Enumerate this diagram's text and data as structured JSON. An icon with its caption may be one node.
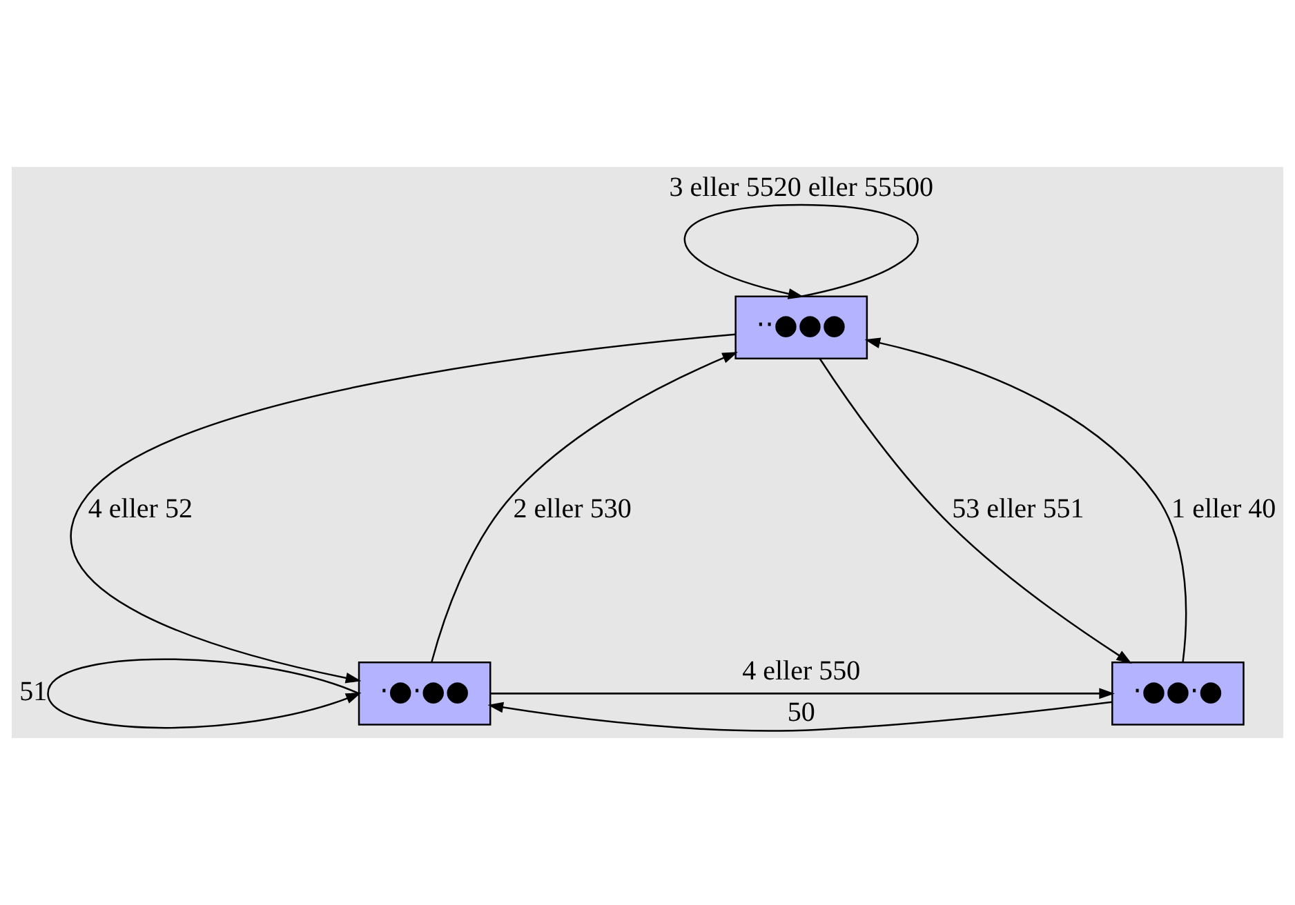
{
  "diagram": {
    "nodes": [
      {
        "text": [
          "··●●●"
        ]
      },
      {
        "text": [
          "·●·●●"
        ]
      },
      {
        "text": [
          "·●●·●"
        ]
      }
    ],
    "edges": [
      {
        "from": 0,
        "to": 0,
        "arrow": "to",
        "label": "3 eller 5520 eller 55500"
      },
      {
        "from": 0,
        "to": 1,
        "arrow": "to",
        "label": "4 eller 52"
      },
      {
        "from": 1,
        "to": 0,
        "arrow": "to",
        "label": "2 eller 530"
      },
      {
        "from": 0,
        "to": 2,
        "arrow": "to",
        "label": "53 eller 551"
      },
      {
        "from": 2,
        "to": 0,
        "arrow": "to",
        "label": "1 eller 40"
      },
      {
        "from": 1,
        "to": 2,
        "arrow": "to",
        "label": "4 eller 550"
      },
      {
        "from": 2,
        "to": 1,
        "arrow": "to",
        "label": "50"
      },
      {
        "from": 1,
        "to": 1,
        "arrow": "to",
        "label": "51"
      }
    ]
  }
}
